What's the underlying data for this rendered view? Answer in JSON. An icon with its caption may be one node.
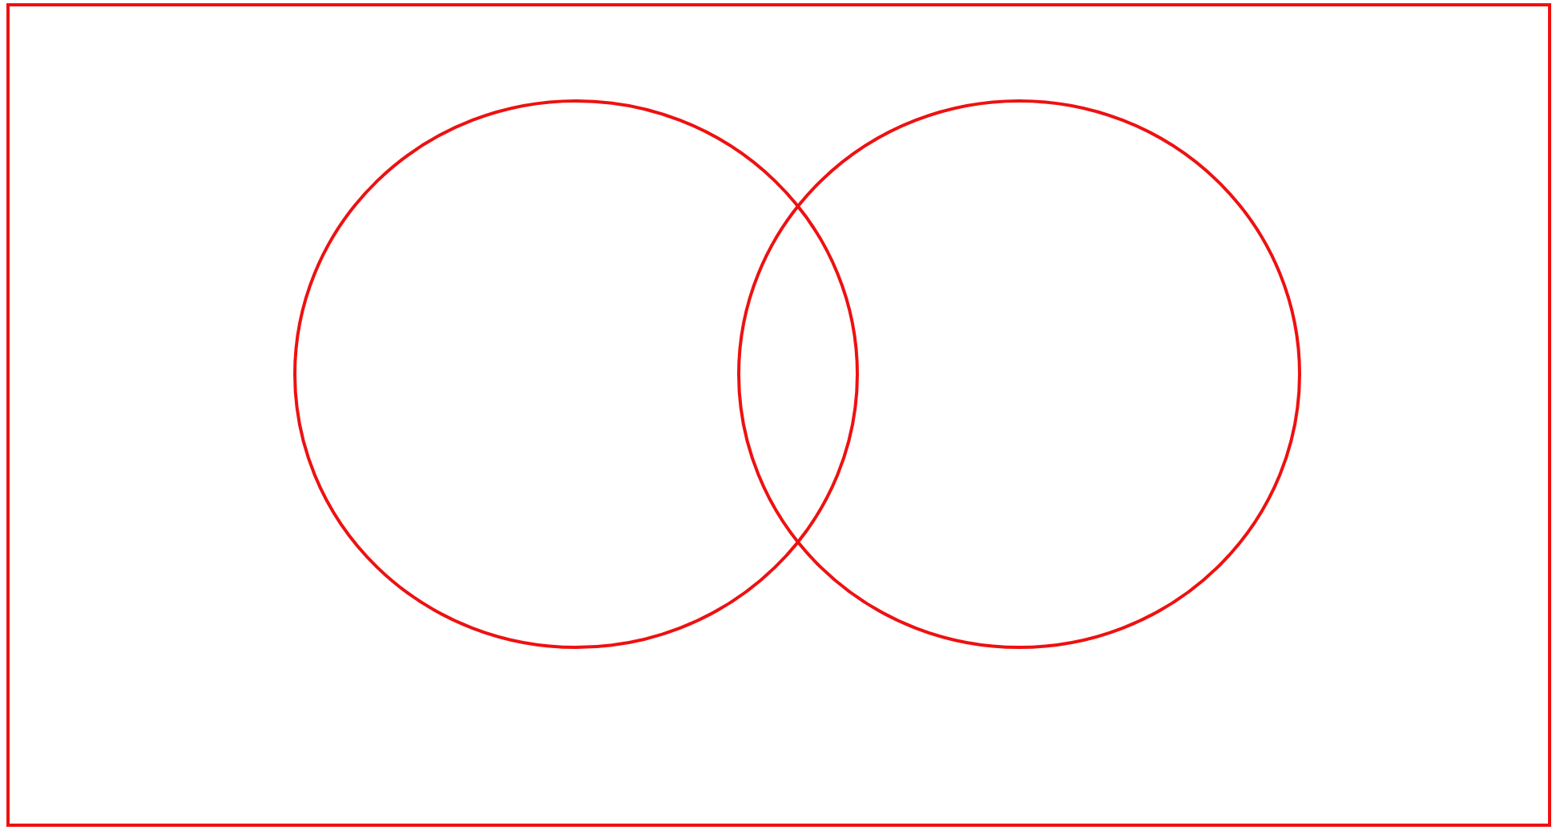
{
  "diagram": {
    "nodes": [
      {
        "text": [],
        "shape": "box"
      },
      {
        "text": [],
        "shape": "circle",
        "in": 0
      },
      {
        "text": [],
        "shape": "circle",
        "in": 0
      }
    ]
  }
}
